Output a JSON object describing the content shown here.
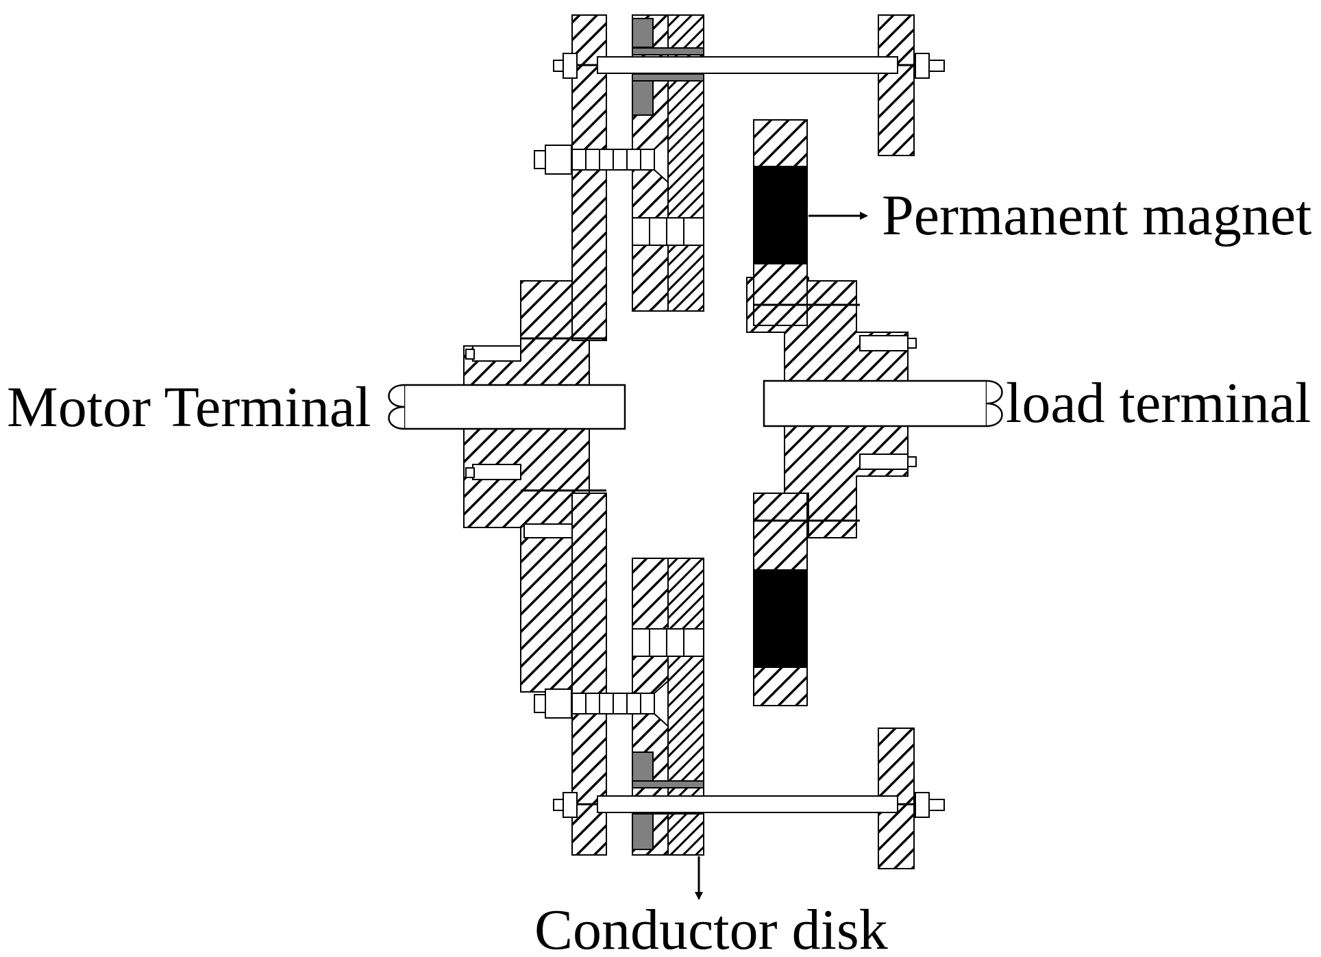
{
  "labels": {
    "permanent_magnet": "Permanent magnet",
    "motor_terminal": "Motor Terminal",
    "load_terminal": "load terminal",
    "conductor_disk": "Conductor disk"
  },
  "colors": {
    "line": "#000000",
    "background": "#ffffff",
    "magnet_fill": "#000000",
    "gray_insert": "#808080"
  }
}
